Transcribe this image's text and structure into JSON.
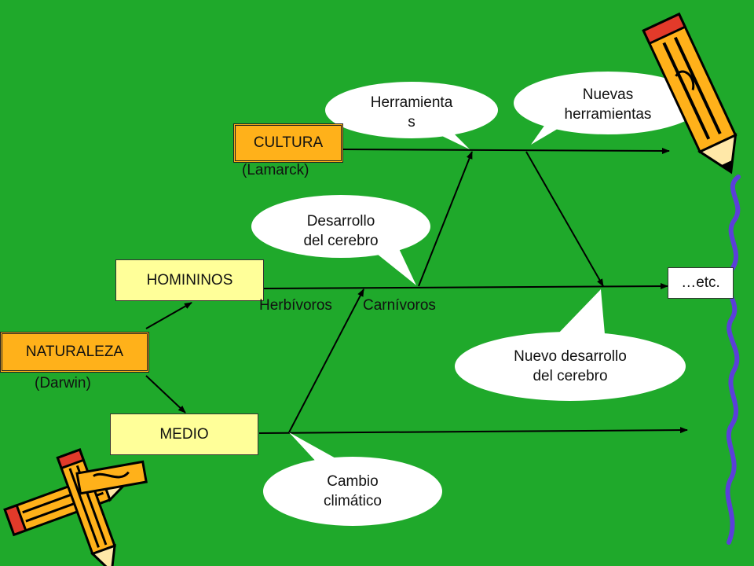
{
  "nodes": {
    "naturaleza": "NATURALEZA",
    "darwin": "(Darwin)",
    "hominidos": "HOMININOS",
    "medio": "MEDIO",
    "cultura": "CULTURA",
    "lamarck": "(Lamarck)",
    "etc": "…etc."
  },
  "labels": {
    "herbivoros": "Herbívoros",
    "carnivoros": "Carnívoros"
  },
  "callouts": {
    "herramientas_l1": "Herramienta",
    "herramientas_l2": "s",
    "nuevas_l1": "Nuevas",
    "nuevas_l2": "herramientas",
    "desarrollo_l1": "Desarrollo",
    "desarrollo_l2": "del cerebro",
    "nuevo_l1": "Nuevo desarrollo",
    "nuevo_l2": "del cerebro",
    "cambio_l1": "Cambio",
    "cambio_l2": "climático"
  },
  "colors": {
    "background": "#1fa92b",
    "box_yellow": "#ffff99",
    "box_orange": "#ffb11a",
    "callout": "#ffffff",
    "arrow": "#000000",
    "squiggle": "#5b3fd9"
  }
}
